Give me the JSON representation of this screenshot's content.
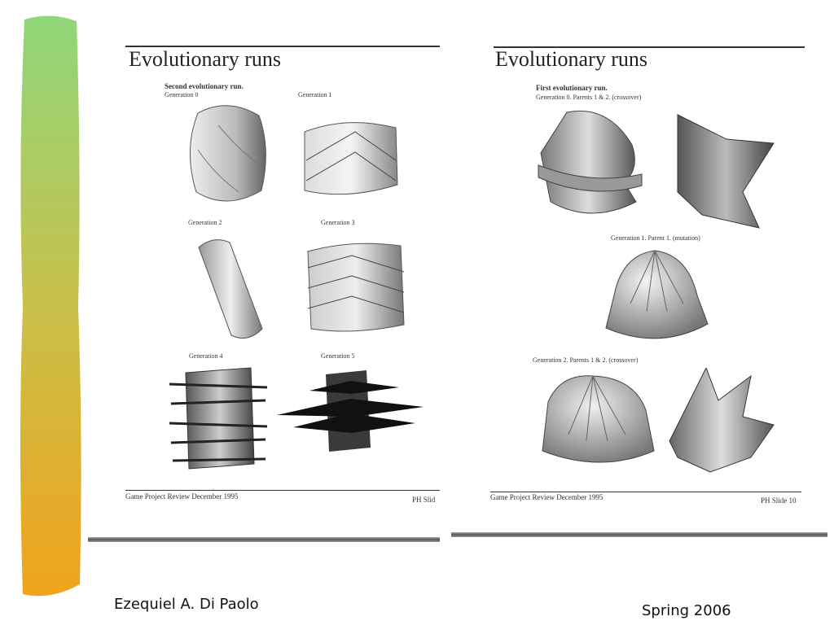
{
  "left_page": {
    "title": "Evolutionary runs",
    "run_title": "Second evolutionary run.",
    "labels": [
      "Generation 0",
      "Generation 1",
      "Generation 2",
      "Generation 3",
      "Generation 4",
      "Generation 5"
    ],
    "footer_left": "Game Project Review December 1995",
    "footer_right": "PH Slid"
  },
  "right_page": {
    "title": "Evolutionary runs",
    "run_title": "First evolutionary run.",
    "gen0_label": "Generation 0. Parents 1 & 2. (crossover)",
    "gen1_label": "Generation 1. Parent 1. (mutation)",
    "gen2_label": "Generation 2. Parents 1 & 2. (crossover)",
    "footer_left": "Game Project Review December 1995",
    "footer_right": "PH Slide 10"
  },
  "footer": {
    "author": "Ezequiel A. Di Paolo",
    "date": "Spring 2006"
  },
  "colors": {
    "bar_top": "#8fd67a",
    "bar_bottom": "#f0a31c"
  }
}
